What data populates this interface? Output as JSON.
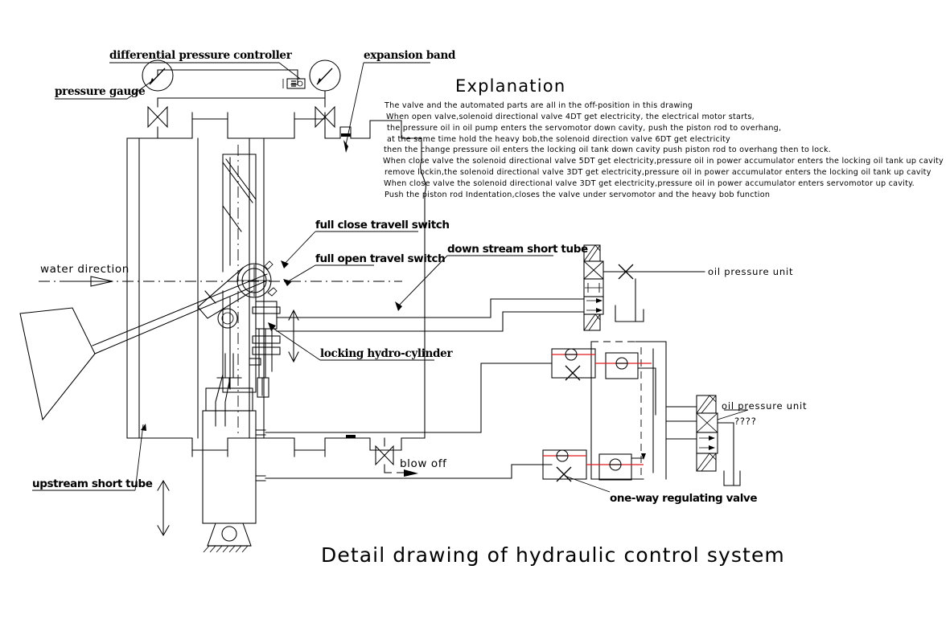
{
  "drawing": {
    "title": "Detail drawing of hydraulic control system"
  },
  "explanation": {
    "heading": "Explanation",
    "lines": [
      "The valve and the automated parts are all in the off-position in this drawing",
      "When open valve,solenoid directional valve 4DT get electricity, the electrical motor starts,",
      "the pressure oil in oil pump enters the servomotor down cavity, push the piston rod to overhang,",
      "at the same time hold the heavy bob,the solenoid direction valve 6DT get electricity",
      "then the change pressure oil enters the locking oil tank down cavity push piston rod to overhang then to lock.",
      "When close valve the solenoid directional valve 5DT get electricity,pressure oil in power accumulator enters the locking oil tank up cavity",
      "remove lockin,the solenoid directional valve 3DT get electricity,pressure oil in power accumulator enters the locking oil tank up cavity",
      "When close valve the solenoid directional valve 3DT get electricity,pressure oil in power accumulator enters servomotor up cavity.",
      "Push the piston rod  Indentation,closes the valve under servomotor and the heavy bob function"
    ]
  },
  "callouts": {
    "differential_pressure_controller": "differential pressure controller",
    "pressure_gauge": "pressure gauge",
    "expansion_band": "expansion band",
    "full_close_travel_switch": "full close travell switch",
    "full_open_travel_switch": "full open travel switch",
    "down_stream_short_tube": "down stream short tube",
    "locking_hydro_cylinder": "locking hydro-cylinder",
    "upstream_short_tube": "upstream short tube",
    "water_direction": "water direction",
    "blow_off": "blow off",
    "one_way_regulating_valve": "one-way regulating valve",
    "oil_pressure_unit_top": "oil pressure unit",
    "oil_pressure_unit_bottom": "oil pressure unit",
    "oil_pressure_unit_bottom_sub": "????"
  },
  "colors": {
    "line": "#000000",
    "accent_red": "#e01b1b",
    "background": "#ffffff"
  }
}
